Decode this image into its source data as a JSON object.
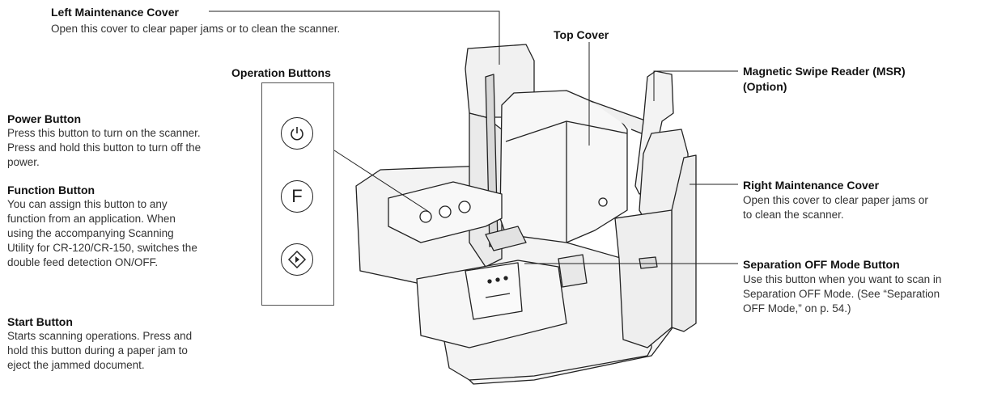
{
  "labels": {
    "left_maintenance_cover": {
      "title": "Left Maintenance Cover",
      "desc": "Open this cover to clear paper jams or to clean the scanner."
    },
    "top_cover": {
      "title": "Top Cover"
    },
    "operation_buttons": {
      "title": "Operation Buttons"
    },
    "msr": {
      "title_line1": "Magnetic Swipe Reader (MSR)",
      "title_line2": "(Option)"
    },
    "power_button": {
      "title": "Power Button",
      "desc_lines": [
        "Press this button to turn on the scanner.",
        "Press and hold this button to turn off the",
        "power."
      ]
    },
    "function_button": {
      "title": "Function Button",
      "desc_lines": [
        "You can assign this button to any",
        "function from an application. When",
        "using the accompanying Scanning",
        "Utility for CR-120/CR-150, switches the",
        "double feed detection ON/OFF."
      ]
    },
    "start_button": {
      "title": "Start Button",
      "desc_lines": [
        "Starts scanning operations. Press and",
        "hold this button during a paper jam to",
        "eject the jammed document."
      ]
    },
    "right_maintenance_cover": {
      "title": "Right Maintenance Cover",
      "desc_lines": [
        "Open this cover to clear paper jams or",
        "to clean the scanner."
      ]
    },
    "separation_off_button": {
      "title": "Separation OFF Mode Button",
      "desc_lines": [
        "Use this button when you want to scan in",
        "Separation OFF Mode. (See “Separation",
        "OFF Mode,” on p. 54.)"
      ]
    }
  },
  "icons": {
    "power": "power-icon",
    "function": "F",
    "start": "start-icon"
  },
  "colors": {
    "line": "#222222",
    "body": "#f4f4f4",
    "shade": "#dcdcdc"
  }
}
